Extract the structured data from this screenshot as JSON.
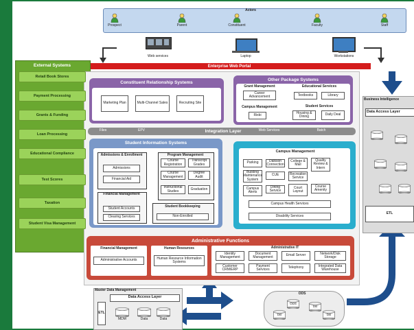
{
  "actors": {
    "title": "Actors",
    "items": [
      "Prospect",
      "Parent",
      "Constituent",
      "Faculty",
      "Staff"
    ]
  },
  "channels": [
    "Web services",
    "Laptop",
    "Workstations"
  ],
  "portal": "Enterprise Web Portal",
  "external": {
    "title": "External Systems",
    "items": [
      "Retail Book Stores",
      "Payment Processing",
      "Grants & Funding",
      "Loan Processing",
      "Educational Compliance",
      "Test Scores",
      "Taxation",
      "Student Visa Management"
    ]
  },
  "crm": {
    "title": "Constituent Relationship Systems",
    "items": [
      "Marketing Plan",
      "Multi-Channel Sales",
      "Recruiting Site"
    ]
  },
  "other_pkg": {
    "title": "Other Package Systems",
    "grant_title": "Grant Management",
    "grant_item": "Career Advancement",
    "edu_title": "Educational Services",
    "edu_items": [
      "Textbooks",
      "Library"
    ],
    "campus_title": "Campus Management",
    "campus_item": "Rixbi",
    "student_title": "Student Services",
    "student_items": [
      "Housing & Dining",
      "Daily Deal"
    ]
  },
  "integration": {
    "title": "Integration Layer",
    "tags": [
      "Files",
      "EPV",
      "Web Services",
      "Batch"
    ]
  },
  "sis": {
    "title": "Student Information Systems",
    "admissions_title": "Admissions & Enrollment",
    "admissions_items": [
      "Admissions",
      "Financial Aid"
    ],
    "pm_title": "Program Management",
    "pm_items": [
      "Course Registration",
      "Transcript Grades",
      "Course Management",
      "Degree Audit",
      "Instructional Studies",
      "Graduation"
    ],
    "fin_title": "Financial Management",
    "fin_items": [
      "Student Accounts",
      "Clearing Services"
    ],
    "sb_title": "Student Bookkeeping",
    "sb_item": "Non-Enrolled"
  },
  "campus": {
    "title": "Campus Management",
    "items": [
      "Parking",
      "Dalkson Connection",
      "College & Mail",
      "Quality Review & Intern",
      "Building Maintenance System",
      "CUE",
      "Recreation Service",
      "Campus Alerts",
      "Dining Service",
      "Court Layout",
      "Course Amenity",
      "Campus Health Services",
      "Disability Services"
    ]
  },
  "admin": {
    "title": "Administrative Functions",
    "fm_title": "Financial Management",
    "fm_item": "Administrative Accounts",
    "hr_title": "Human Resources",
    "hr_item": "Human Resource Information Systems",
    "it_title": "Administrative IT",
    "it_items": [
      "Identity Management",
      "Document Management",
      "Email Server",
      "Network/Disk Storage",
      "Customer CRM/ERP",
      "Payment Services",
      "Telephony",
      "Integrated Data Warehouse"
    ]
  },
  "bi": {
    "title": "Business Intelligence",
    "dal": "Data Access Layer",
    "etl": "ETL"
  },
  "mdm": {
    "title": "Master Data Management",
    "dal": "Data Access Layer",
    "etl": "ETL",
    "dbs": [
      "MDM",
      "Data",
      "Data"
    ]
  },
  "ods": {
    "title": "ODS",
    "dbs": [
      "ODS",
      "DB",
      "DB",
      "DB"
    ]
  },
  "colors": {
    "background": "#1a7a3c",
    "portal": "#d41c1c",
    "external": "#6aa830",
    "crm": "#8a64a8",
    "sis": "#7a98c8",
    "campus": "#2aaecd",
    "admin": "#c84a3a",
    "arrow": "#1e4e8c"
  }
}
